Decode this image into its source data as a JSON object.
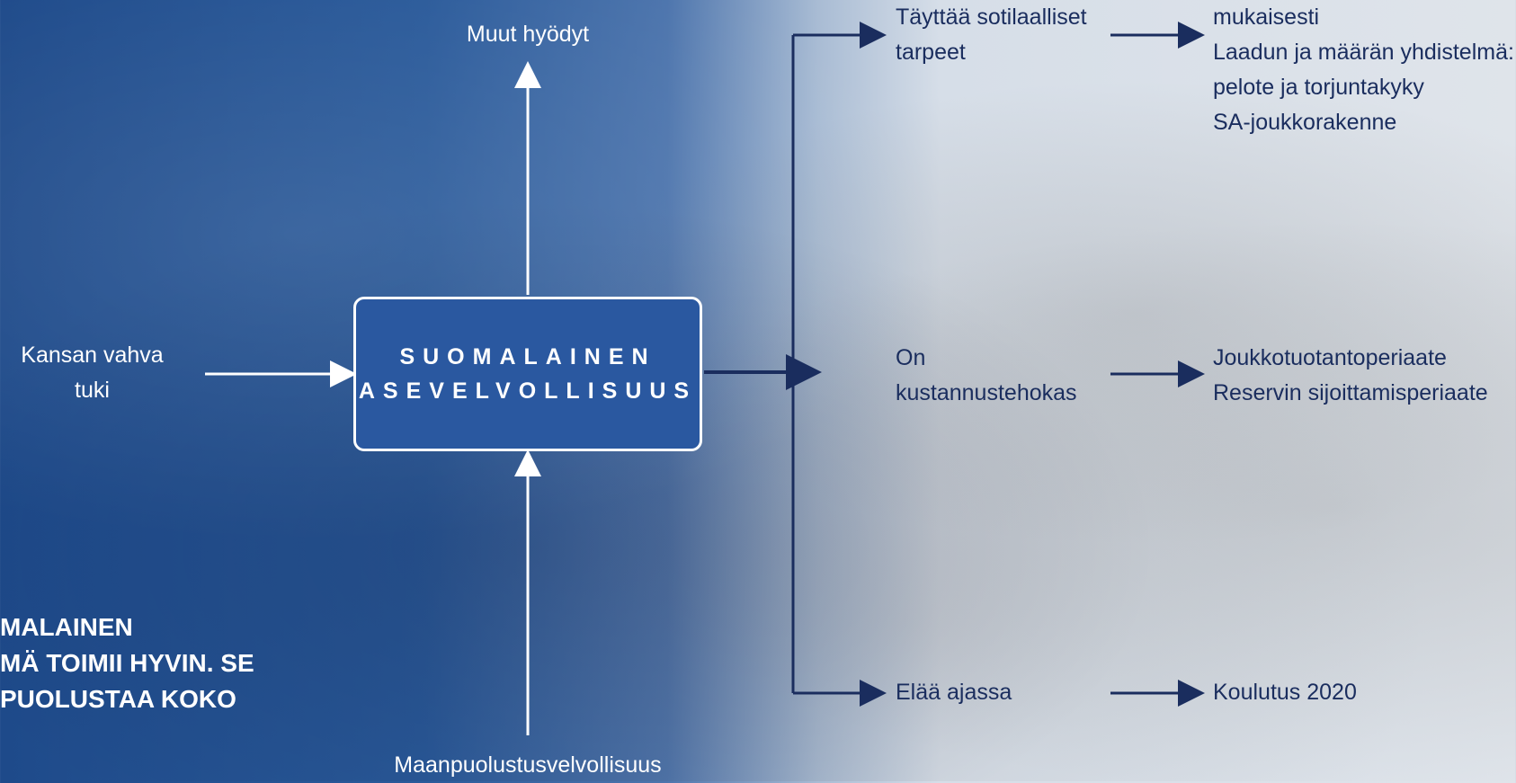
{
  "box": {
    "line1": "SUOMALAINEN",
    "line2": "ASEVELVOLLISUUS"
  },
  "left_input": {
    "line1": "Kansan vahva",
    "line2": "tuki"
  },
  "top_output": "Muut hyödyt",
  "bottom_input": "Maanpuolustusvelvollisuus",
  "branches": [
    {
      "label_line1": "Täyttää sotilaalliset",
      "label_line2": "tarpeet",
      "details": [
        "mukaisesti",
        "Laadun ja määrän yhdistelmä:",
        "pelote ja torjuntakyky",
        "SA-joukkorakenne"
      ]
    },
    {
      "label_line1": "On",
      "label_line2": "kustannustehokas",
      "details": [
        "Joukkotuotantoperiaate",
        "Reservin sijoittamisperiaate"
      ]
    },
    {
      "label_line1": "Elää ajassa",
      "label_line2": "",
      "details": [
        "Koulutus 2020"
      ]
    }
  ],
  "bottom_left_text": [
    "MALAINEN",
    "MÄ  TOIMII HYVIN. SE",
    "PUOLUSTAA KOKO"
  ],
  "colors": {
    "box_fill": "#2a58a0",
    "arrow_navy": "#1a2d5e",
    "white": "#ffffff"
  }
}
